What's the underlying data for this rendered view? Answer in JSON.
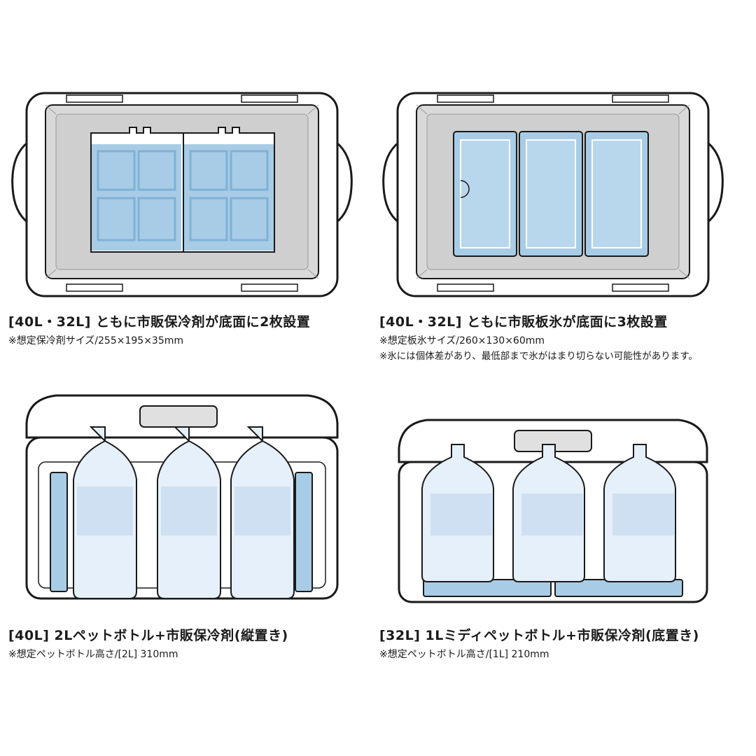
{
  "panels": [
    {
      "title": "[40L・32L] ともに市販保冷剤が底面に2枚設置",
      "notes": [
        "※想定保冷剤サイズ/255×195×35mm"
      ]
    },
    {
      "title": "[40L・32L] ともに市販板氷が底面に3枚設置",
      "notes": [
        "※想定板氷サイズ/260×130×60mm",
        "※氷には個体差があり、最低部まで氷がはまり切らない可能性があります。"
      ]
    },
    {
      "title": "[40L] 2Lペットボトル+市販保冷剤(縦置き)",
      "notes": [
        "※想定ペットボトル高さ/[2L] 310mm"
      ]
    },
    {
      "title": "[32L] 1Lミディペットボトル+市販保冷剤(底置き)",
      "notes": [
        "※想定ペットボトル高さ/[1L] 210mm"
      ]
    }
  ],
  "colors": {
    "outline": "#1a1a1a",
    "interior": "#d9d9d9",
    "interior_dark": "#bdbdbd",
    "ice_blue": "#a8cce6",
    "ice_grid": "#7fb1d6",
    "bottle": "#e6f0fa",
    "bottle_water": "#cfe0f2"
  }
}
